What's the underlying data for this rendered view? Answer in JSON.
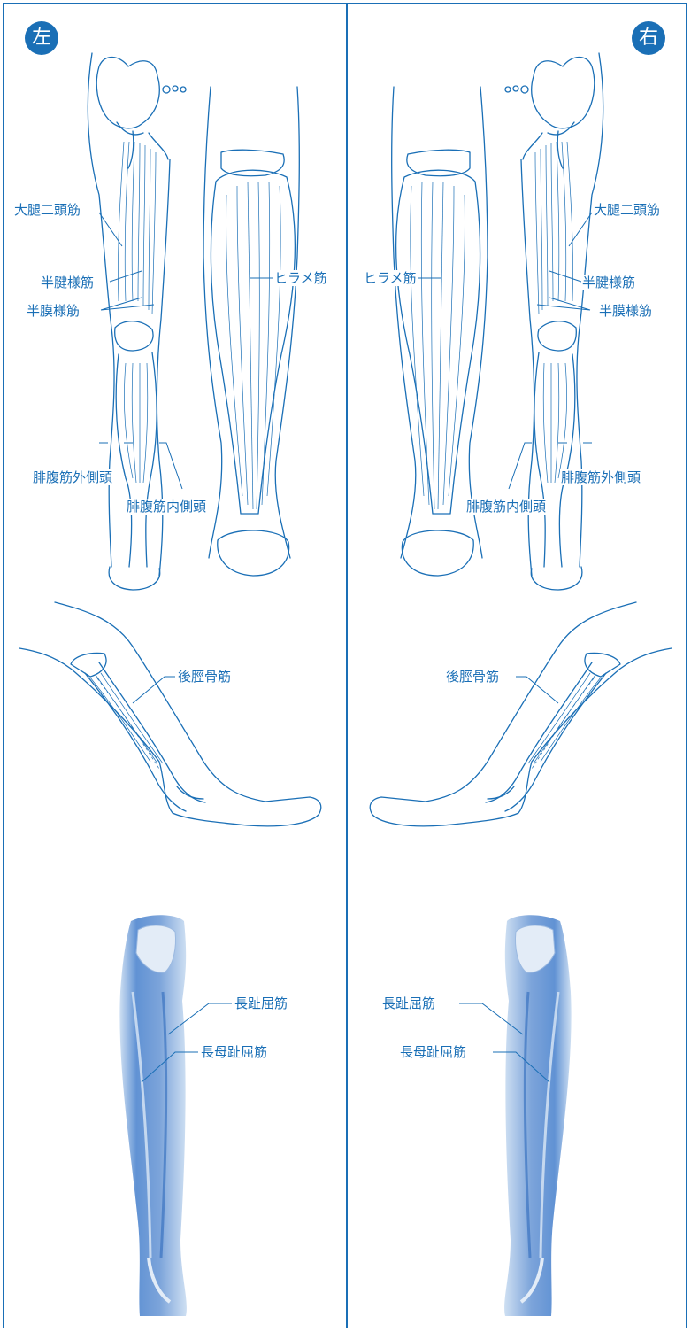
{
  "badges": {
    "left": "左",
    "right": "右"
  },
  "labels": {
    "daitainitoukin": "大腿二頭筋",
    "hankenyoukin": "半腱様筋",
    "hanmakuyoukin": "半膜様筋",
    "hiramekin": "ヒラメ筋",
    "hifukukin_gaisokutou": "腓腹筋外側頭",
    "hifukukin_naisokutou": "腓腹筋内側頭",
    "koukeikotsukin": "後脛骨筋",
    "choushikukkin": "長趾屈筋",
    "chouboshikukkin": "長母趾屈筋"
  },
  "colors": {
    "accent": "#1a6fb6",
    "muscle_fill": "#4f86cf",
    "muscle_light": "#c9dcf1"
  }
}
